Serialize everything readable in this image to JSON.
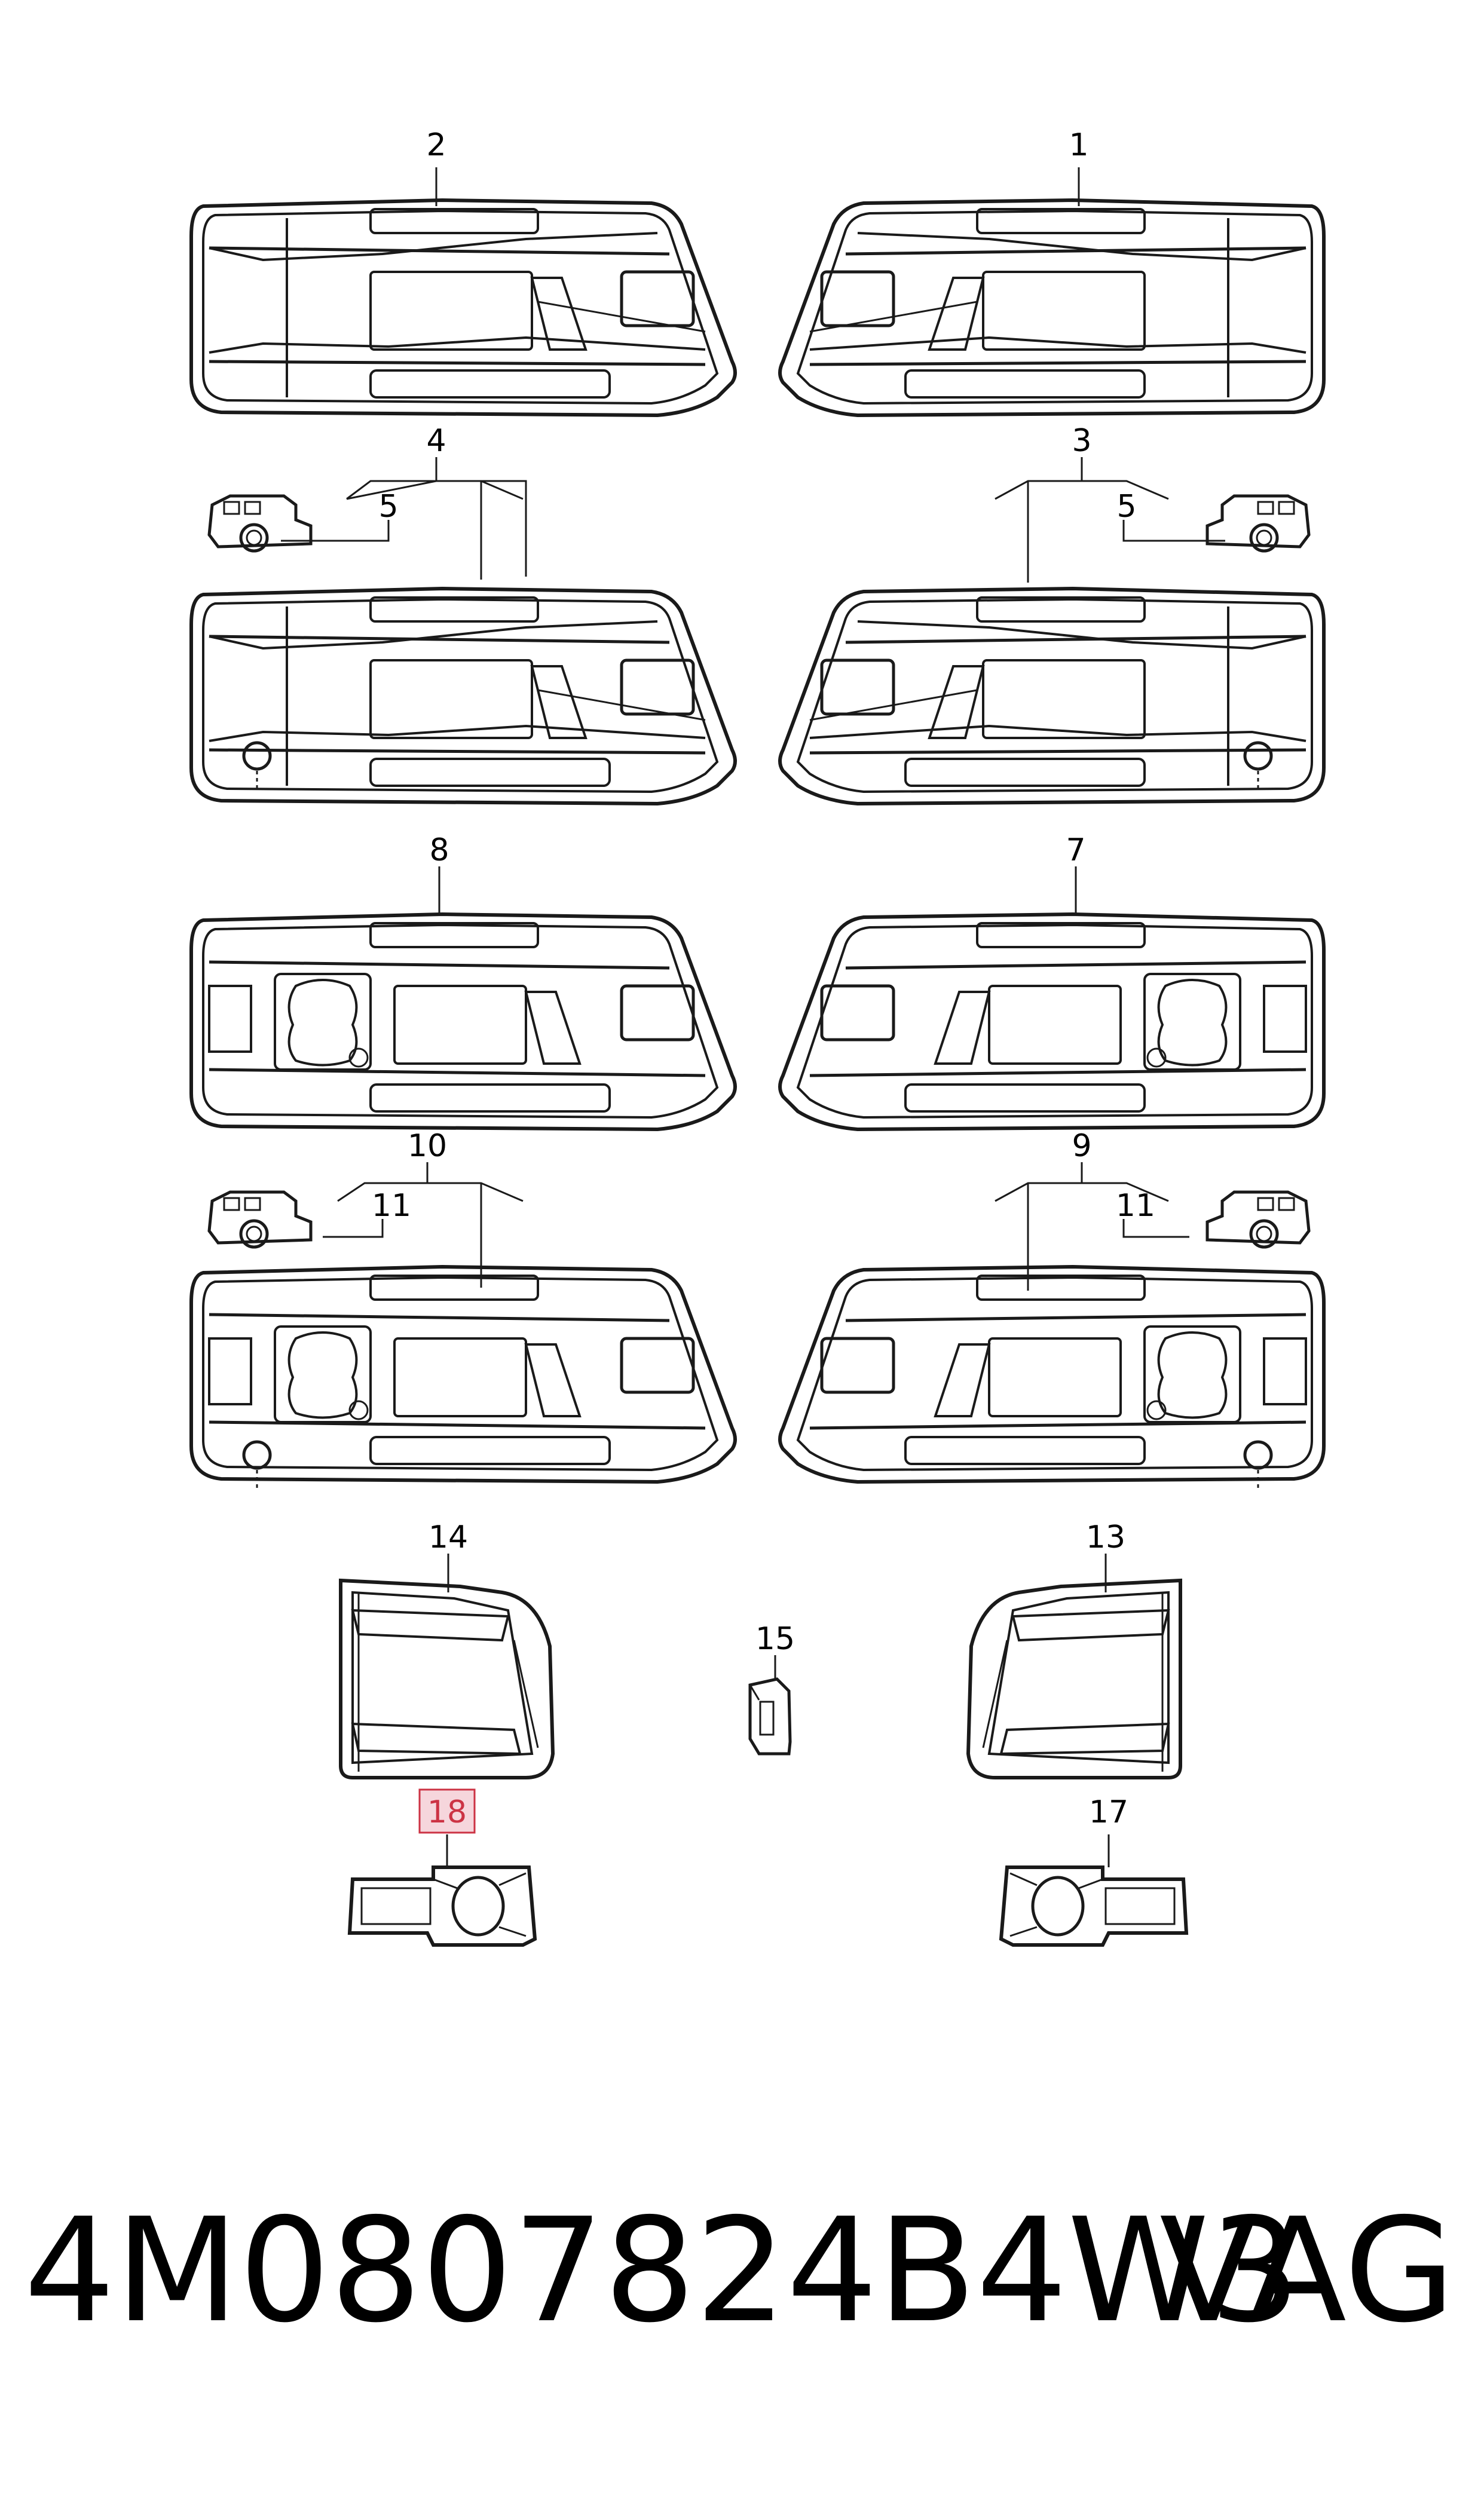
{
  "diagram": {
    "callouts": {
      "c1": "1",
      "c2": "2",
      "c3": "3",
      "c4": "4",
      "c5a": "5",
      "c5b": "5",
      "c7": "7",
      "c8": "8",
      "c9": "9",
      "c10": "10",
      "c11a": "11",
      "c11b": "11",
      "c13": "13",
      "c14": "14",
      "c15": "15",
      "c17": "17",
      "c18": "18"
    },
    "highlight_color": "#cc3344",
    "highlight_fill": "#f6d6dc",
    "line_color": "#1a1a1a"
  },
  "footer": {
    "part_number": "4M0807824B4W3",
    "brand": "VAG"
  }
}
